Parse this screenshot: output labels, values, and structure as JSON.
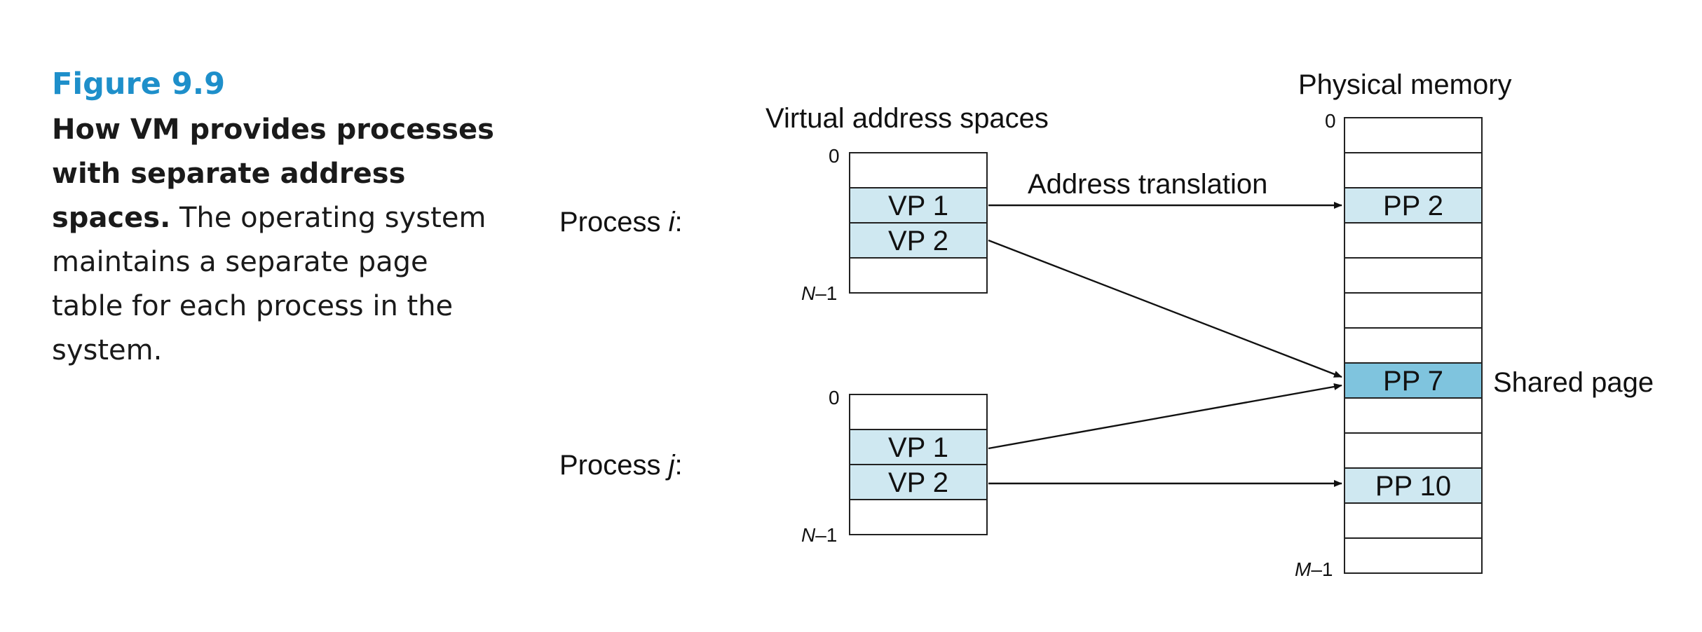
{
  "caption": {
    "figure_number": "Figure 9.9",
    "title": "How VM provides processes with separate address spaces.",
    "text": "The operating system maintains a separate page table for each process in the system."
  },
  "diagram": {
    "virtual_heading": "Virtual address spaces",
    "physical_heading": "Physical memory",
    "translation_label": "Address translation",
    "shared_label": "Shared page",
    "process_i": {
      "label_prefix": "Process ",
      "label_var": "i",
      "label_suffix": ":",
      "start_index": "0",
      "end_index_var": "N",
      "end_index_suffix": "–1",
      "pages": [
        "",
        "VP 1",
        "VP 2",
        ""
      ]
    },
    "process_j": {
      "label_prefix": "Process ",
      "label_var": "j",
      "label_suffix": ":",
      "start_index": "0",
      "end_index_var": "N",
      "end_index_suffix": "–1",
      "pages": [
        "",
        "VP 1",
        "VP 2",
        ""
      ]
    },
    "physical": {
      "start_index": "0",
      "end_index_var": "M",
      "end_index_suffix": "–1",
      "pages": [
        "",
        "",
        "PP 2",
        "",
        "",
        "",
        "",
        "PP 7",
        "",
        "",
        "PP 10",
        "",
        ""
      ]
    },
    "colors": {
      "mapped_page": "#cfe8f1",
      "shared_page": "#7fc4de",
      "empty_page": "#ffffff",
      "figure_number": "#1e8fca"
    },
    "mappings": [
      {
        "from": "Process i VP 1",
        "to": "PP 2"
      },
      {
        "from": "Process i VP 2",
        "to": "PP 7"
      },
      {
        "from": "Process j VP 1",
        "to": "PP 7"
      },
      {
        "from": "Process j VP 2",
        "to": "PP 10"
      }
    ]
  }
}
